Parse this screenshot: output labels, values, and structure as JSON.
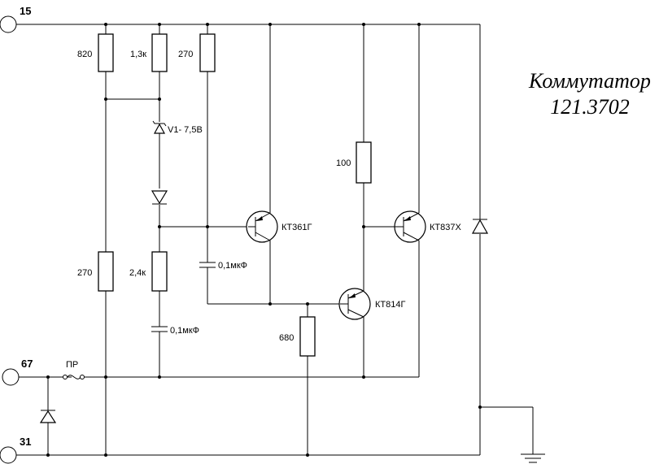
{
  "title": {
    "line1": "Коммутатор",
    "line2": "121.3702"
  },
  "terminals": {
    "t15": "15",
    "t67": "67",
    "t31": "31"
  },
  "fuse": "ПР",
  "resistors": {
    "r820": "820",
    "r1k3": "1,3к",
    "r270top": "270",
    "r100": "100",
    "r270": "270",
    "r2k4": "2,4к",
    "r680": "680"
  },
  "zener": "V1- 7,5В",
  "capacitors": {
    "c1": "0,1мкФ",
    "c2": "0,1мкФ"
  },
  "transistors": {
    "q1": "КТ361Г",
    "q2": "КТ837Х",
    "q3": "КТ814Г"
  }
}
